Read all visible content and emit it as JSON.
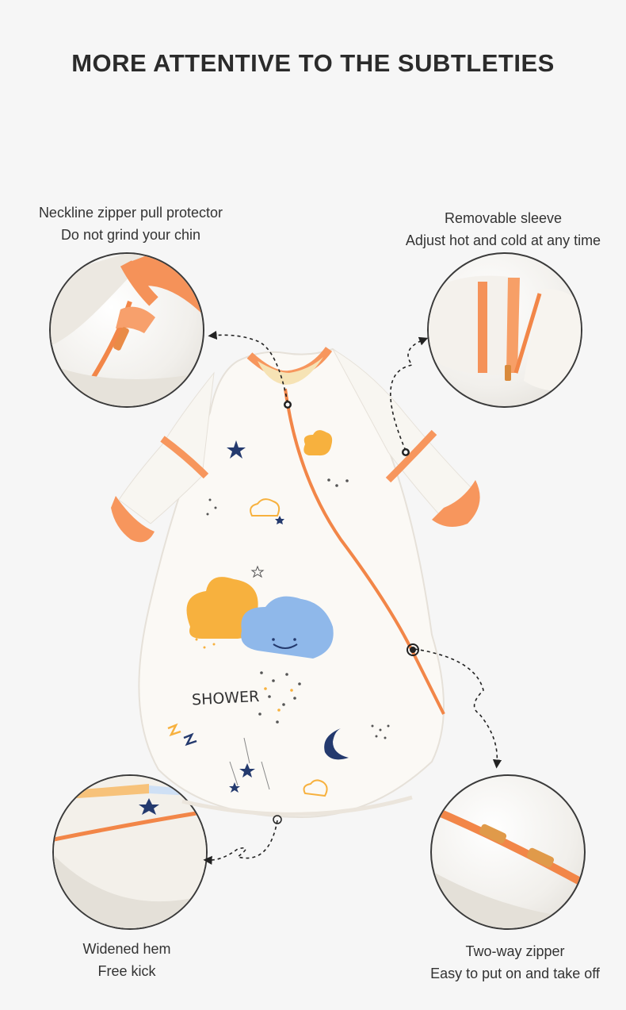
{
  "heading": "MORE ATTENTIVE TO THE SUBTLETIES",
  "features": {
    "neckline": {
      "line1": "Neckline zipper pull protector",
      "line2": "Do not grind your chin"
    },
    "sleeve": {
      "line1": "Removable sleeve",
      "line2": "Adjust hot and cold at any time"
    },
    "hem": {
      "line1": "Widened hem",
      "line2": "Free kick"
    },
    "zipper": {
      "line1": "Two-way zipper",
      "line2": "Easy to put on and take off"
    }
  },
  "product": {
    "print_text": "SHOWER",
    "icons": [
      "star-icon",
      "cloud-icon",
      "moon-icon",
      "heart-icon"
    ]
  },
  "colors": {
    "accent": "#f5935a",
    "zip": "#f07a3c",
    "fabric": "#fbf9f5",
    "cloud_orange": "#f7b13e",
    "cloud_blue": "#8fb8ea",
    "navy": "#243a6e",
    "text": "#333333"
  }
}
